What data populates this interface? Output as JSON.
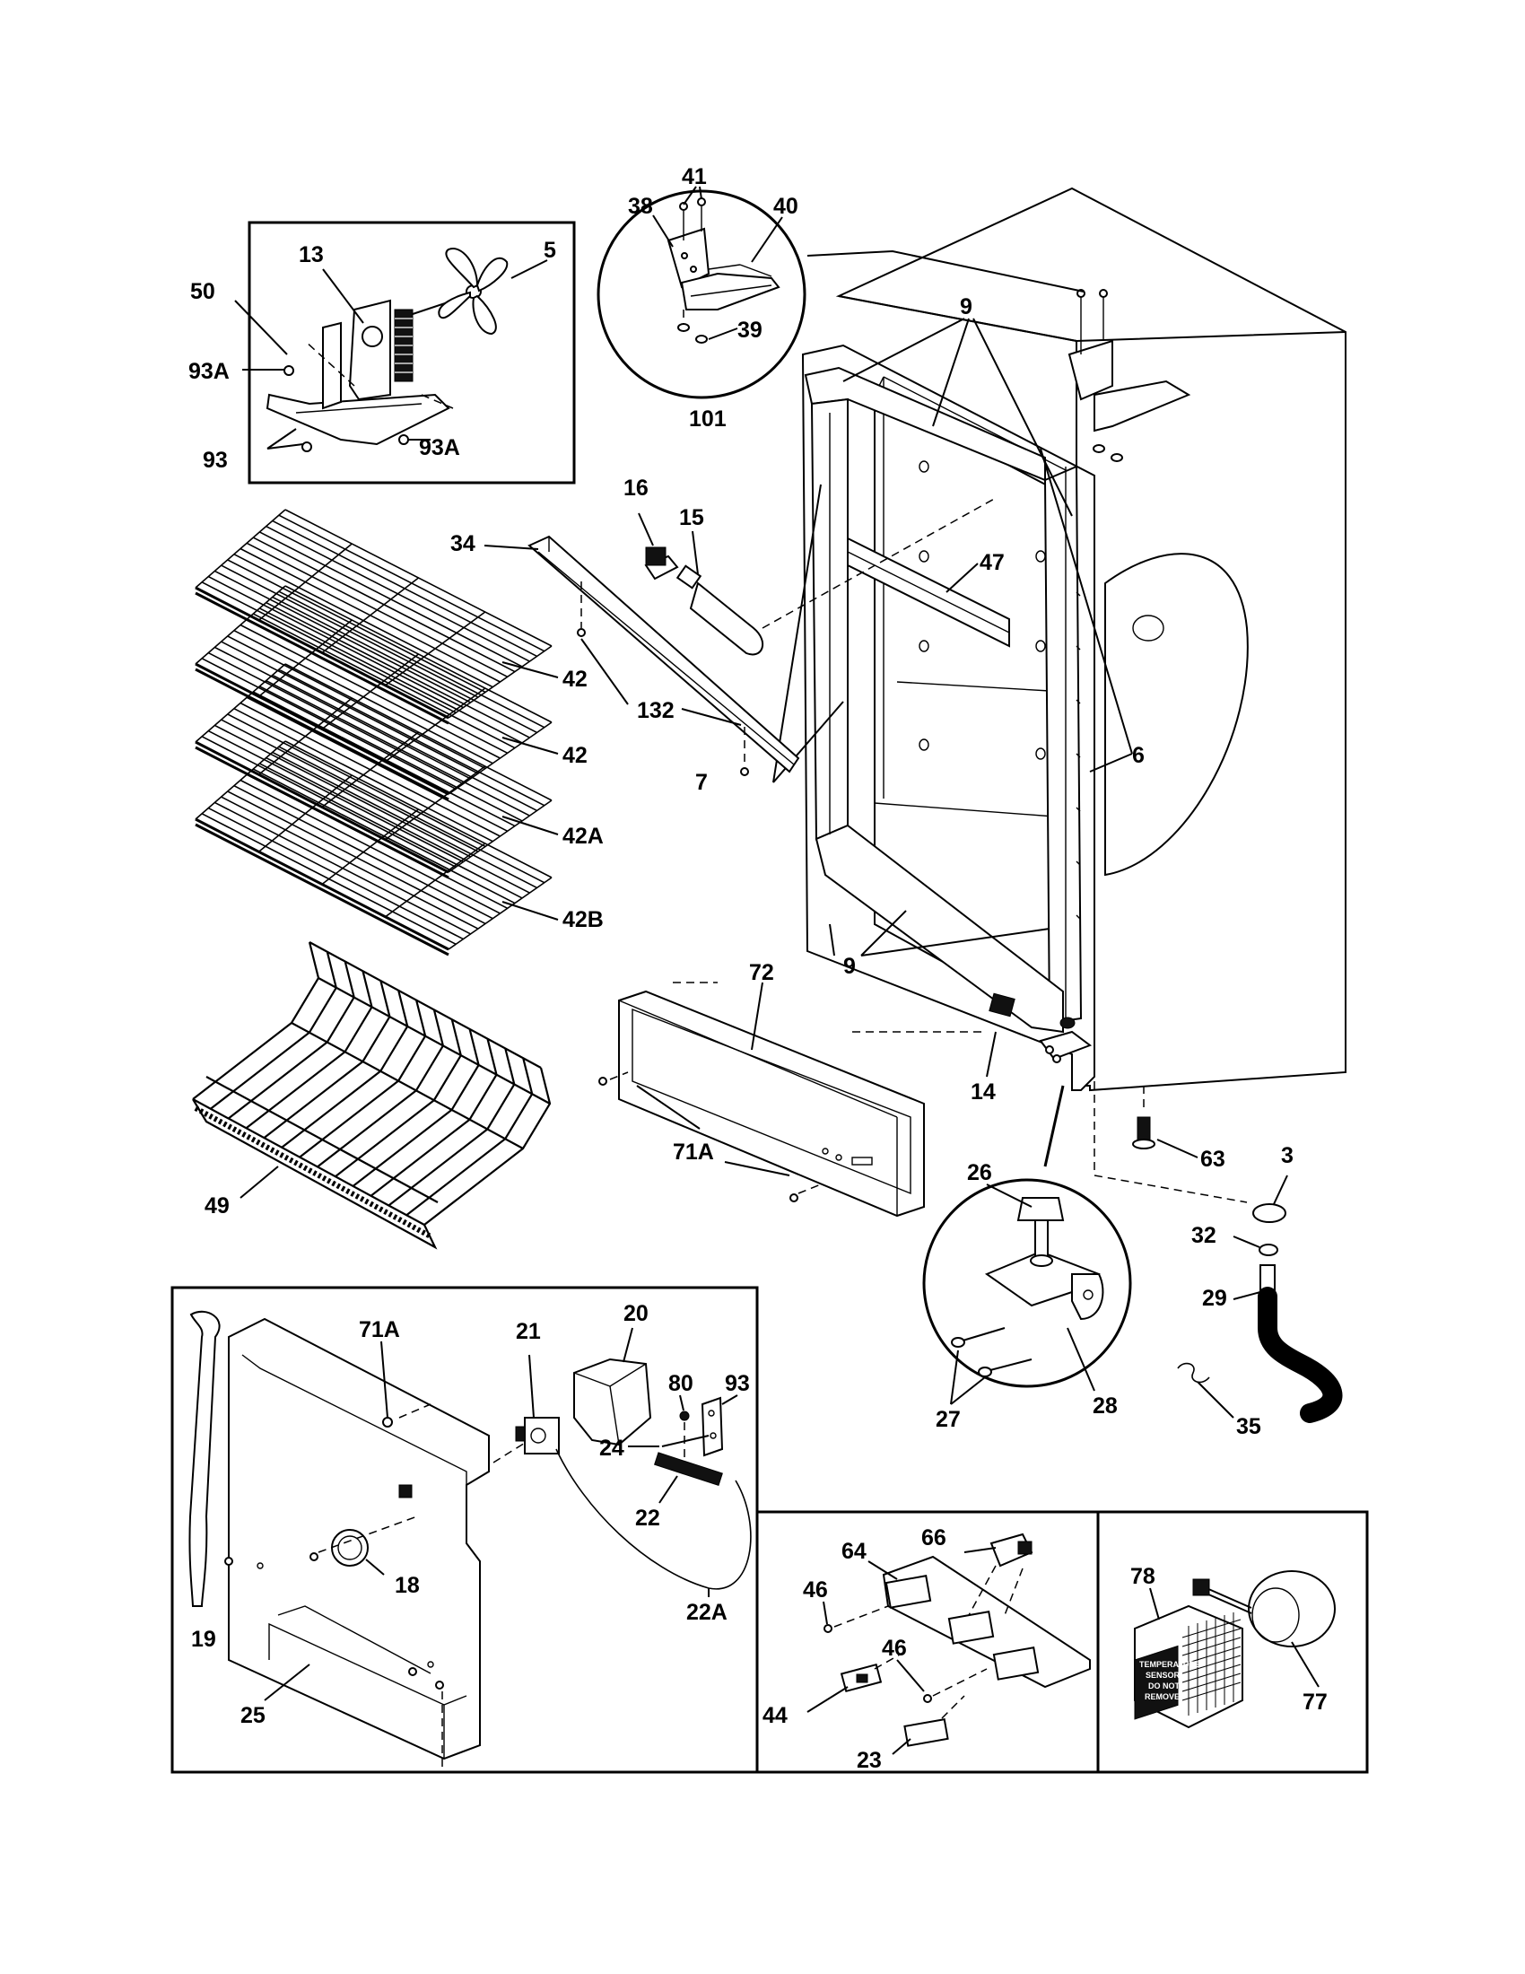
{
  "callouts": {
    "c41": "41",
    "c38": "38",
    "c40": "40",
    "c39": "39",
    "c101": "101",
    "c13": "13",
    "c5": "5",
    "c50": "50",
    "c93a_1": "93A",
    "c93_1": "93",
    "c93a_2": "93A",
    "c16": "16",
    "c15": "15",
    "c34": "34",
    "c132": "132",
    "c9_top": "9",
    "c47": "47",
    "c6": "6",
    "c7": "7",
    "c9_bottom": "9",
    "c42_1": "42",
    "c42_2": "42",
    "c42a": "42A",
    "c42b": "42B",
    "c72": "72",
    "c71a_door": "71A",
    "c14": "14",
    "c63": "63",
    "c49": "49",
    "c26": "26",
    "c27": "27",
    "c28": "28",
    "c3": "3",
    "c32": "32",
    "c29": "29",
    "c35": "35",
    "c71a_panel": "71A",
    "c21": "21",
    "c20": "20",
    "c80": "80",
    "c93_2": "93",
    "c24": "24",
    "c22": "22",
    "c22a": "22A",
    "c18": "18",
    "c19": "19",
    "c25": "25",
    "c46_1": "46",
    "c64": "64",
    "c66": "66",
    "c46_2": "46",
    "c44": "44",
    "c23": "23",
    "c78": "78",
    "c77": "77"
  },
  "sticker_lines": [
    "TEMPERATURE",
    "SENSOR",
    "DO NOT",
    "REMOVE"
  ]
}
